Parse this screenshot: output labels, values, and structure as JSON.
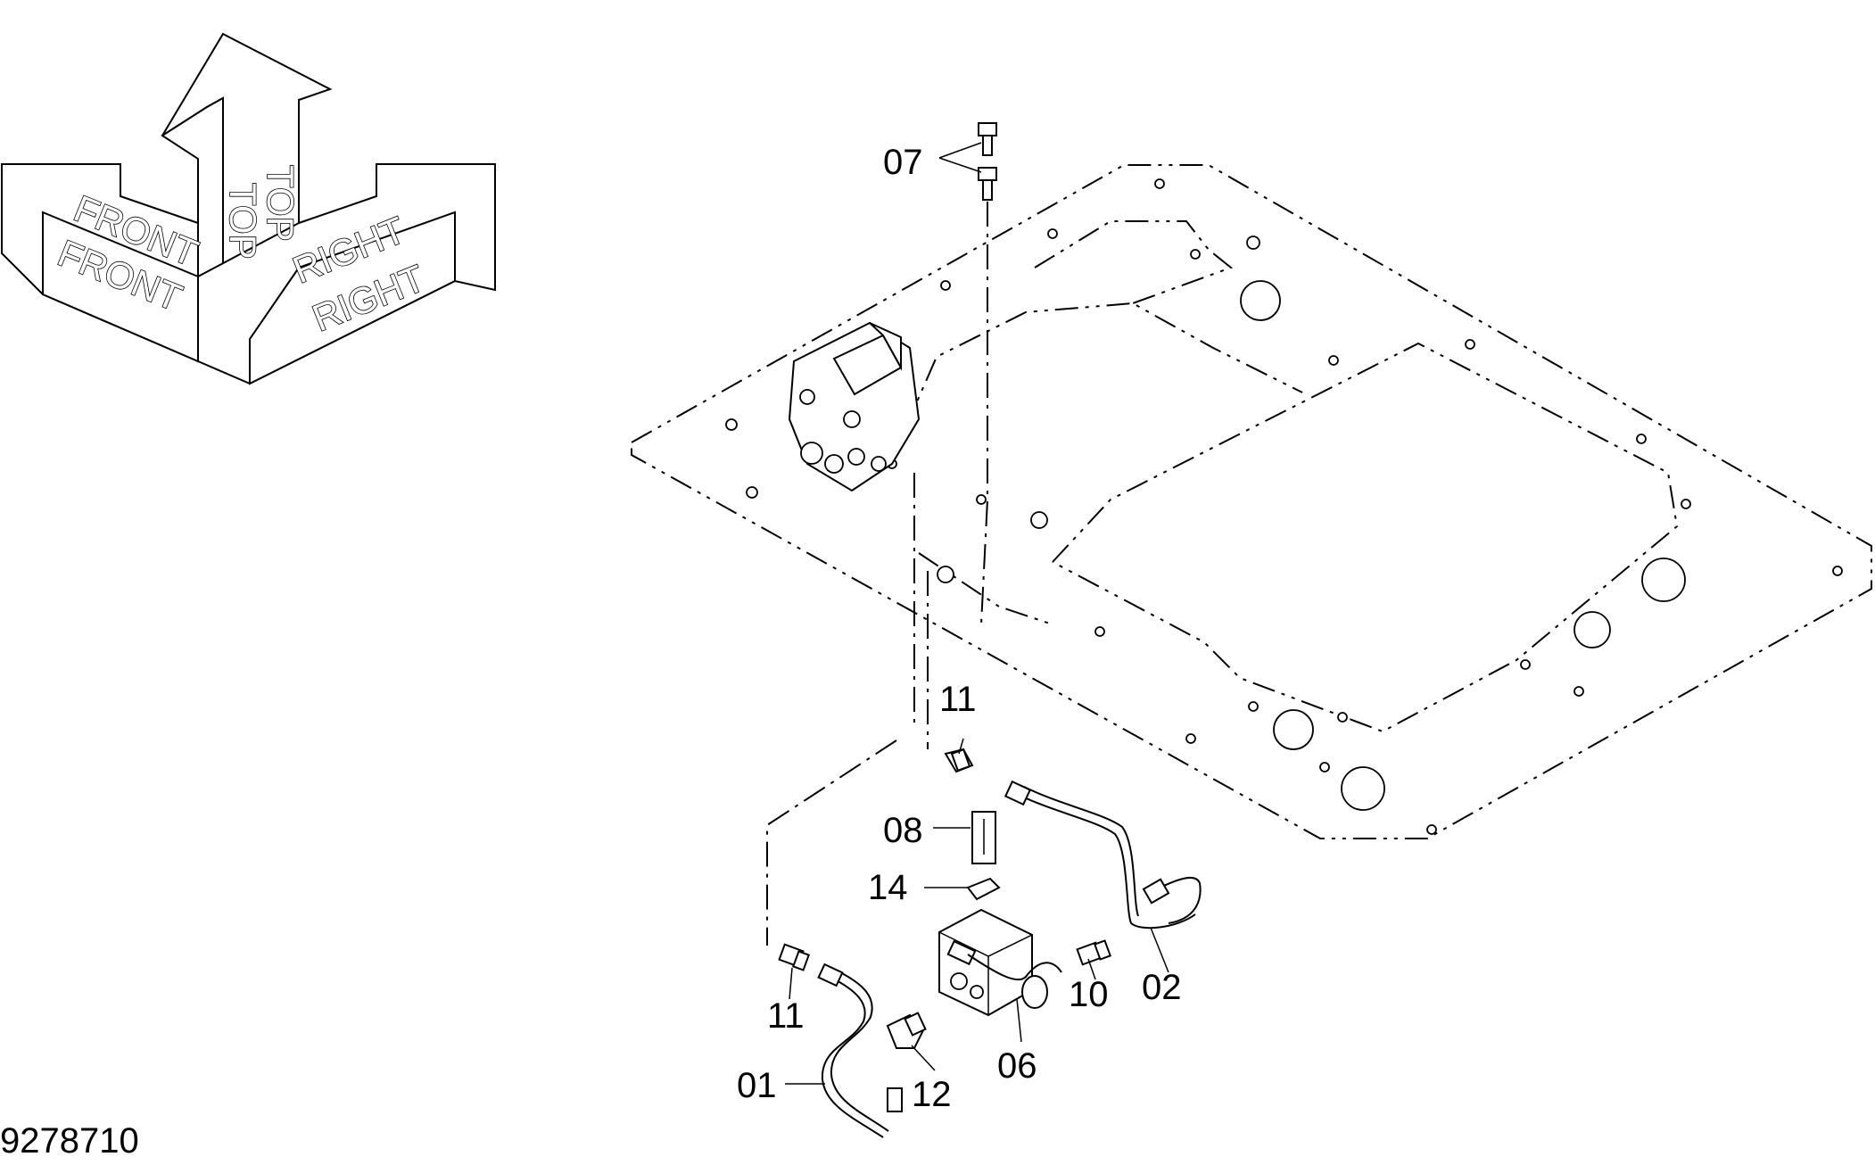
{
  "orientation": {
    "top_labels": [
      "TOP",
      "TOP"
    ],
    "front_labels": [
      "FRONT",
      "FRONT"
    ],
    "right_labels": [
      "RIGHT",
      "RIGHT"
    ]
  },
  "callouts": {
    "c07": "07",
    "c11_upper": "11",
    "c08": "08",
    "c14": "14",
    "c10": "10",
    "c02": "02",
    "c11_lower": "11",
    "c06": "06",
    "c01": "01",
    "c12": "12"
  },
  "drawing_number": "9278710"
}
